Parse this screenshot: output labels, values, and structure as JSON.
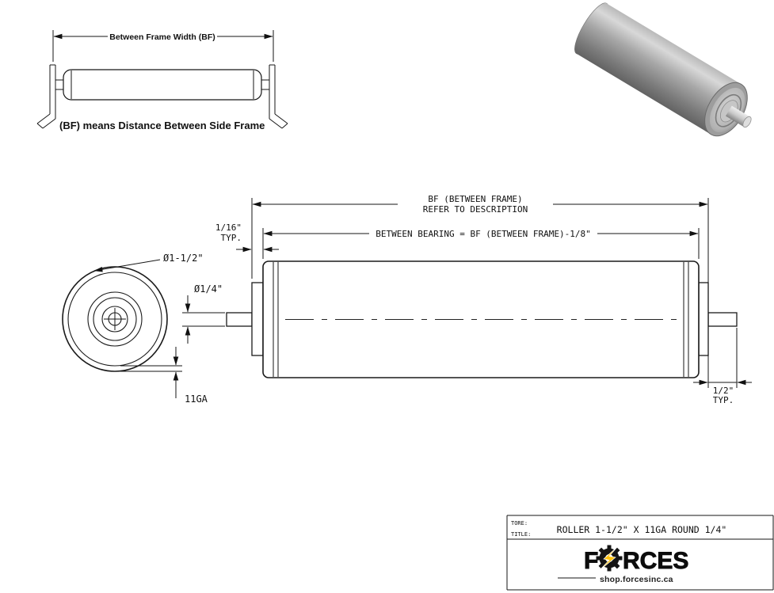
{
  "inset": {
    "dim_label": "Between Frame Width (BF)",
    "caption": "(BF) means Distance Between Side Frame"
  },
  "dims": {
    "bf_line1": "BF (BETWEEN FRAME)",
    "bf_line2": "REFER TO DESCRIPTION",
    "between_bearing": "BETWEEN BEARING = BF (BETWEEN FRAME)-1/8\"",
    "sixteenth": "1/16\"",
    "sixteenth_typ": "TYP.",
    "roller_dia": "Ø1-1/2\"",
    "shaft_dia": "Ø1/4\"",
    "gauge": "11GA",
    "half": "1/2\"",
    "half_typ": "TYP."
  },
  "title_block": {
    "label_top": "TORE:",
    "label_title": "TITLE:",
    "title": "ROLLER 1-1/2\" X 11GA ROUND 1/4\"",
    "brand_part1": "F",
    "brand_part2": "RCES",
    "brand_url": "shop.forcesinc.ca",
    "accent_color": "#ffc20e"
  }
}
